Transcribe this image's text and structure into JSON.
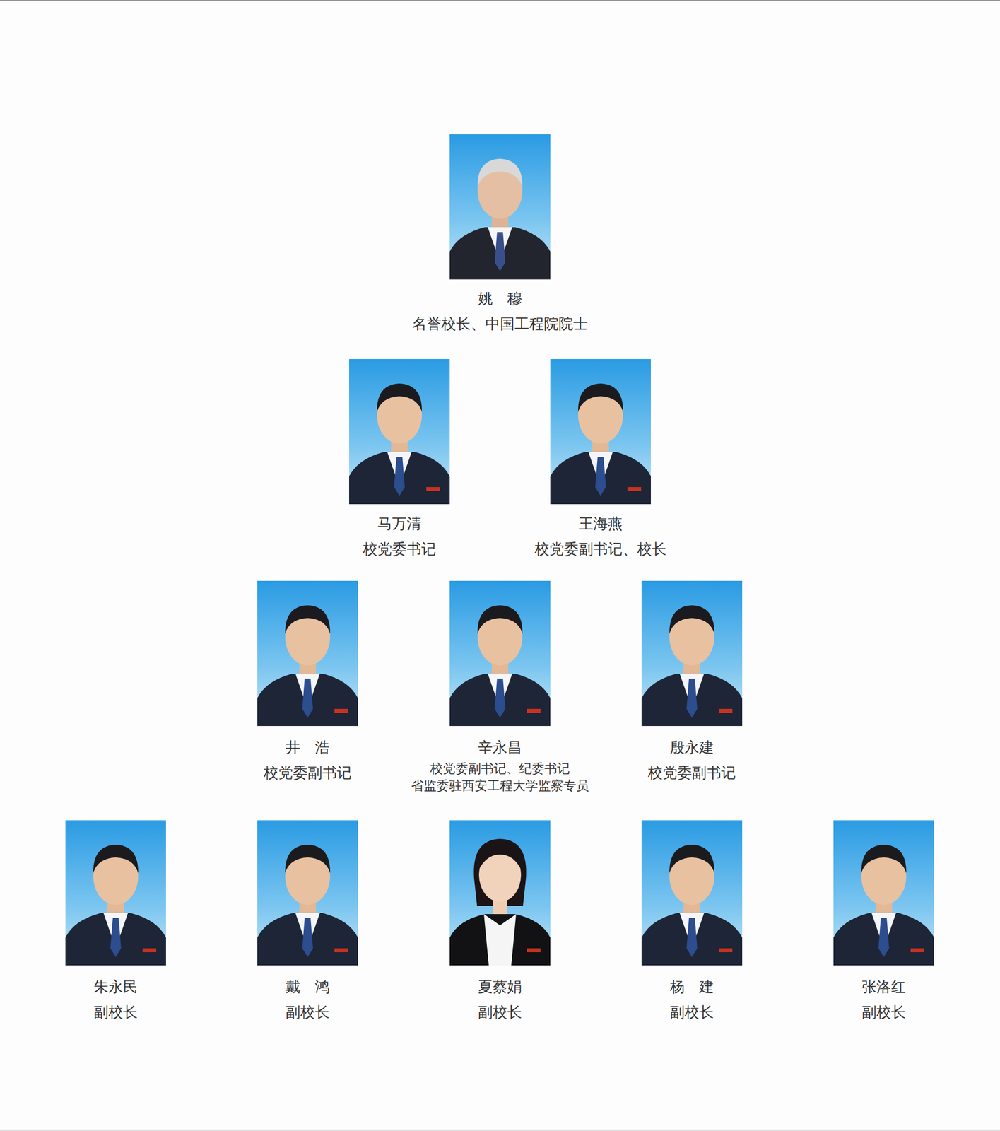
{
  "diagram": {
    "nodes": [
      {
        "text": [
          "姚　穆",
          "名誉校长、中国工程院院士"
        ]
      },
      {
        "text": [
          "马万清",
          "校党委书记"
        ]
      },
      {
        "text": [
          "王海燕",
          "校党委副书记、校长"
        ]
      },
      {
        "text": [
          "井　浩",
          "校党委副书记"
        ]
      },
      {
        "text": [
          "辛永昌",
          "校党委副书记、纪委书记 省监委驻西安工程大学监察专员"
        ]
      },
      {
        "text": [
          "殷永建",
          "校党委副书记"
        ]
      },
      {
        "text": [
          "朱永民",
          "副校长"
        ]
      },
      {
        "text": [
          "戴　鸿",
          "副校长"
        ]
      },
      {
        "text": [
          "夏蔡娟",
          "副校长"
        ]
      },
      {
        "text": [
          "杨　建",
          "副校长"
        ]
      },
      {
        "text": [
          "张洛红",
          "副校长"
        ]
      }
    ],
    "edges": []
  }
}
